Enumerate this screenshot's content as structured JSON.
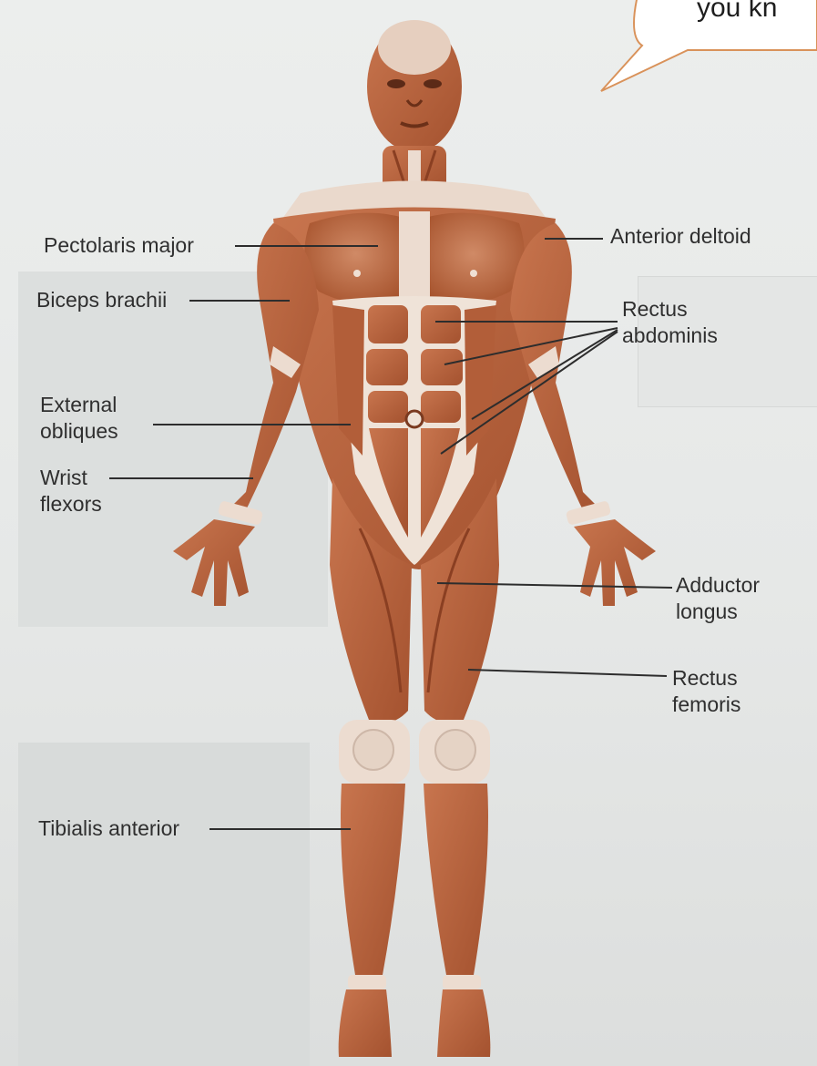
{
  "speech_bubble": {
    "text": "you kn"
  },
  "labels": {
    "pectoralis_major": "Pectolaris major",
    "biceps_brachii": "Biceps brachii",
    "external_obliques": [
      "External",
      "obliques"
    ],
    "wrist_flexors": [
      "Wrist",
      "flexors"
    ],
    "tibialis_anterior": "Tibialis anterior",
    "anterior_deltoid": "Anterior deltoid",
    "rectus_abdominis": [
      "Rectus",
      "abdominis"
    ],
    "adductor_longus": [
      "Adductor",
      "longus"
    ],
    "rectus_femoris": [
      "Rectus",
      "femoris"
    ]
  },
  "colors": {
    "muscle": "#b8643f",
    "muscle_dark": "#9a4b2c",
    "tendon": "#f1e7dd",
    "leader_line": "#2d2d2d",
    "page": "#e9ebea"
  }
}
